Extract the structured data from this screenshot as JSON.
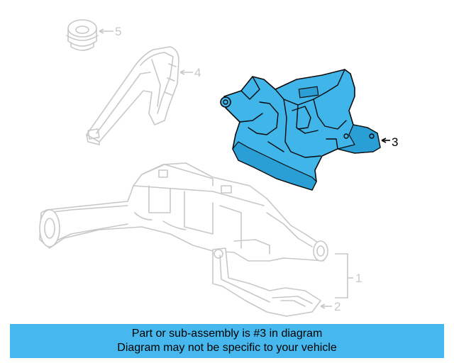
{
  "diagram": {
    "callouts": [
      {
        "number": "1",
        "highlighted": false
      },
      {
        "number": "2",
        "highlighted": false
      },
      {
        "number": "3",
        "highlighted": true
      },
      {
        "number": "4",
        "highlighted": false
      },
      {
        "number": "5",
        "highlighted": false
      }
    ],
    "colors": {
      "highlight_fill": "#3fb5ea",
      "ghost_stroke": "#c8c8c8",
      "banner_bg": "#47b8ee"
    }
  },
  "banner": {
    "line1": "Part or sub-assembly is #3 in diagram",
    "line2": "Diagram may not be specific to your vehicle"
  }
}
